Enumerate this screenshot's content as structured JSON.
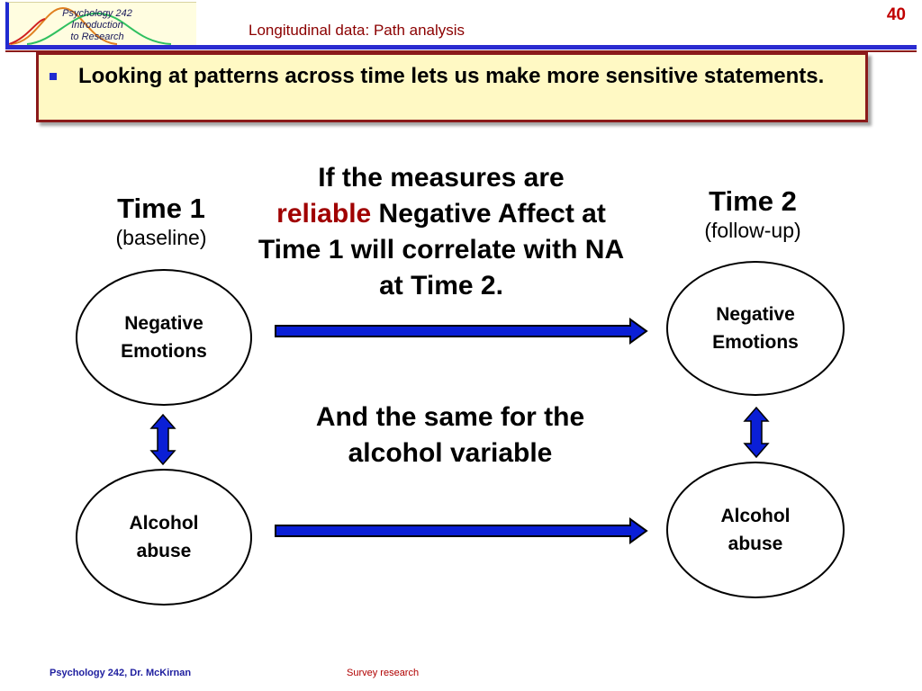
{
  "logo": {
    "lines": [
      "Psychology 242",
      "Introduction",
      "to Research"
    ]
  },
  "slide": {
    "title": "Longitudinal data: Path analysis",
    "number": "40"
  },
  "callout": {
    "text": "Looking at patterns across time lets us make more sensitive statements."
  },
  "time1": {
    "label": "Time 1",
    "sub": "(baseline)"
  },
  "time2": {
    "label": "Time 2",
    "sub": "(follow-up)"
  },
  "center": {
    "line_a": "If the measures are",
    "reliable": "reliable",
    "line_b": " Negative Affect at Time 1 will correlate with NA at Time 2.",
    "same": "And the same for the alcohol variable"
  },
  "nodes": {
    "neg_t1": "Negative Emotions",
    "alc_t1": "Alcohol abuse",
    "neg_t2": "Negative Emotions",
    "alc_t2": "Alcohol abuse"
  },
  "footer": {
    "left": "Psychology 242, Dr. McKirnan",
    "middle": "Survey research"
  },
  "colors": {
    "arrow_fill": "#0a1fd6",
    "title_red": "#8b0000",
    "callout_bg": "#fff9c4"
  }
}
